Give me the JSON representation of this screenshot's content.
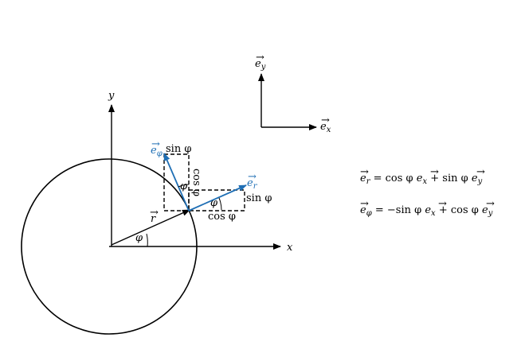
{
  "colors": {
    "ink": "#000000",
    "accent": "#1f6fb5"
  },
  "axes": {
    "x_label": "x",
    "y_label": "y"
  },
  "basis": {
    "ey_label": "e",
    "ey_sub": "y",
    "ex_label": "e",
    "ex_sub": "x"
  },
  "vectors": {
    "r_label": "r",
    "er_label": "e",
    "er_sub": "r",
    "ephi_label": "e",
    "ephi_sub": "φ"
  },
  "angles": {
    "phi": "φ"
  },
  "components": {
    "sin_top": "sin φ",
    "cos_vertical": "cos φ",
    "sin_right": "sin φ",
    "cos_bottom": "cos φ"
  },
  "equations": {
    "eq1": {
      "lhs": "e",
      "lhs_sub": "r",
      "t1": " = cos φ ",
      "t2": "e",
      "t2_sub": "x",
      "t3": " + sin φ ",
      "t4": "e",
      "t4_sub": "y"
    },
    "eq2": {
      "lhs": "e",
      "lhs_sub": "φ",
      "t1": " = −sin φ ",
      "t2": "e",
      "t2_sub": "x",
      "t3": " + cos φ ",
      "t4": "e",
      "t4_sub": "y"
    }
  }
}
